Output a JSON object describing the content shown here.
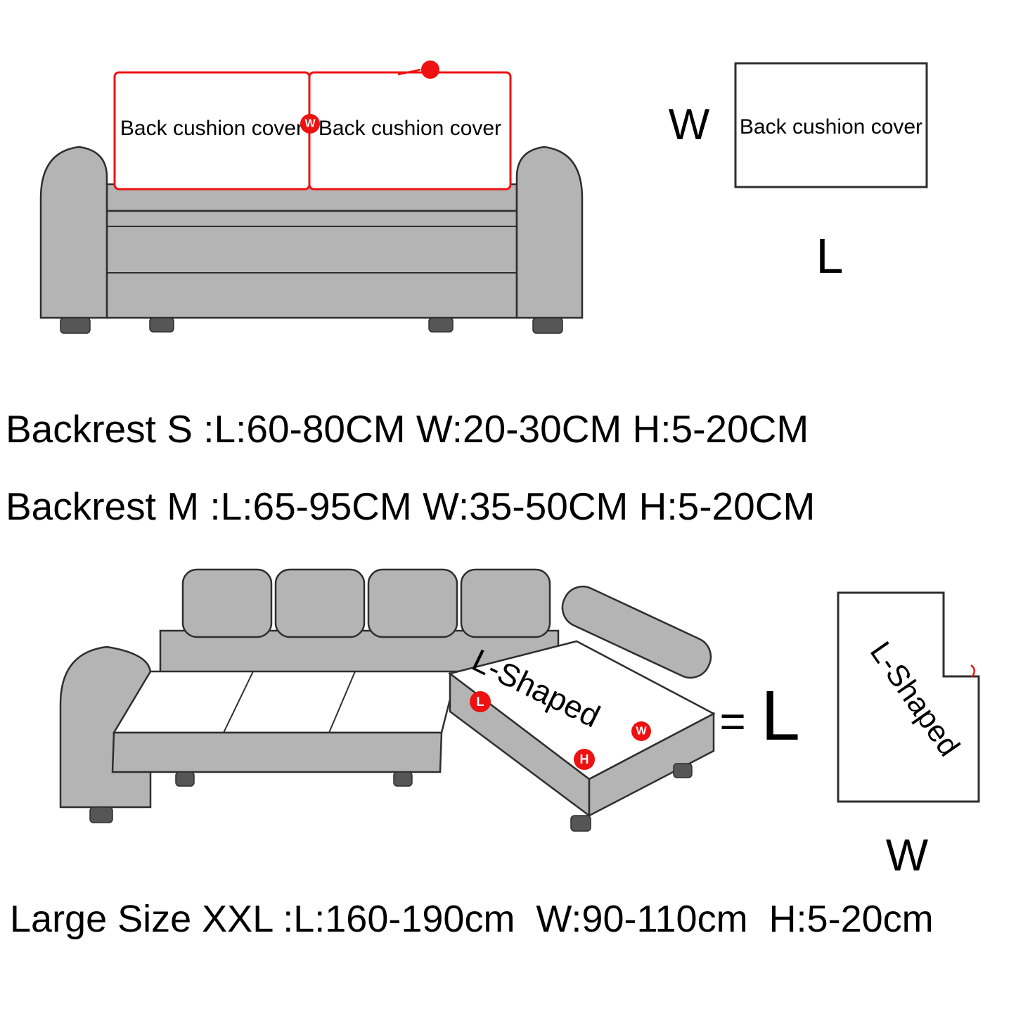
{
  "top_sofa": {
    "left_cover_label": "Back cushion cover",
    "right_cover_label": "Back cushion cover",
    "w_badge": "W"
  },
  "legend": {
    "box_label": "Back cushion cover",
    "width_label": "W",
    "length_label": "L"
  },
  "size_lines": {
    "backrest_s": "Backrest S :L:60-80CM W:20-30CM H:5-20CM",
    "backrest_m": "Backrest M :L:65-95CM W:35-50CM H:5-20CM",
    "xxl": "Large Size XXL :L:160-190cm  W:90-110cm  H:5-20cm"
  },
  "l_sofa": {
    "surface_label": "L-Shaped",
    "badge_l": "L",
    "badge_h": "H",
    "badge_w": "W",
    "equals_sign": "=",
    "equals_l": "L"
  },
  "l_outline": {
    "label": "L-Shaped",
    "width_label": "W"
  },
  "colors": {
    "sofa_gray": "#b4b4b4",
    "sofa_stroke": "#2e2e2e",
    "accent_red": "#ee1111",
    "foot_dark": "#565656"
  }
}
